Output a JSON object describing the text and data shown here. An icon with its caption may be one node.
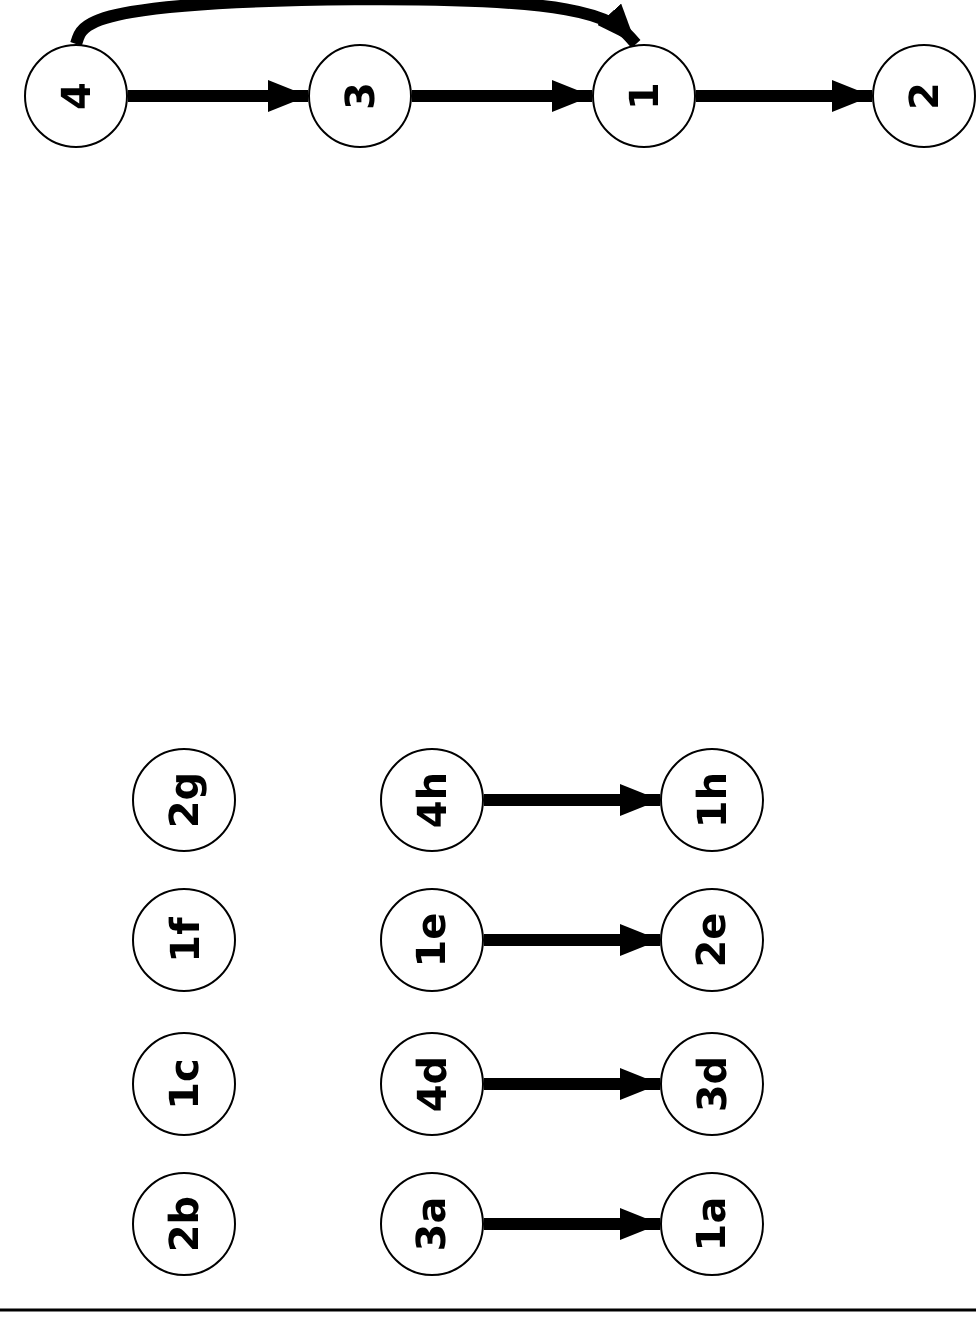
{
  "diagram": {
    "nodes": [
      {
        "text": [
          "4"
        ]
      },
      {
        "text": [
          "3"
        ]
      },
      {
        "text": [
          "1"
        ]
      },
      {
        "text": [
          "2"
        ]
      },
      {
        "text": [
          "3a"
        ]
      },
      {
        "text": [
          "1a"
        ]
      },
      {
        "text": [
          "2b"
        ]
      },
      {
        "text": [
          "1c"
        ]
      },
      {
        "text": [
          "4d"
        ]
      },
      {
        "text": [
          "3d"
        ]
      },
      {
        "text": [
          "1e"
        ]
      },
      {
        "text": [
          "2e"
        ]
      },
      {
        "text": [
          "1f"
        ]
      },
      {
        "text": [
          "2g"
        ]
      },
      {
        "text": [
          "4h"
        ]
      },
      {
        "text": [
          "1h"
        ]
      }
    ],
    "edges": [
      {
        "from": 0,
        "to": 1,
        "arrow": "to"
      },
      {
        "from": 1,
        "to": 2,
        "arrow": "to"
      },
      {
        "from": 2,
        "to": 3,
        "arrow": "to"
      },
      {
        "from": 0,
        "to": 2,
        "arrow": "to"
      },
      {
        "from": 4,
        "to": 5,
        "arrow": "to"
      },
      {
        "from": 8,
        "to": 9,
        "arrow": "to"
      },
      {
        "from": 10,
        "to": 11,
        "arrow": "to"
      },
      {
        "from": 14,
        "to": 15,
        "arrow": "to"
      }
    ]
  }
}
